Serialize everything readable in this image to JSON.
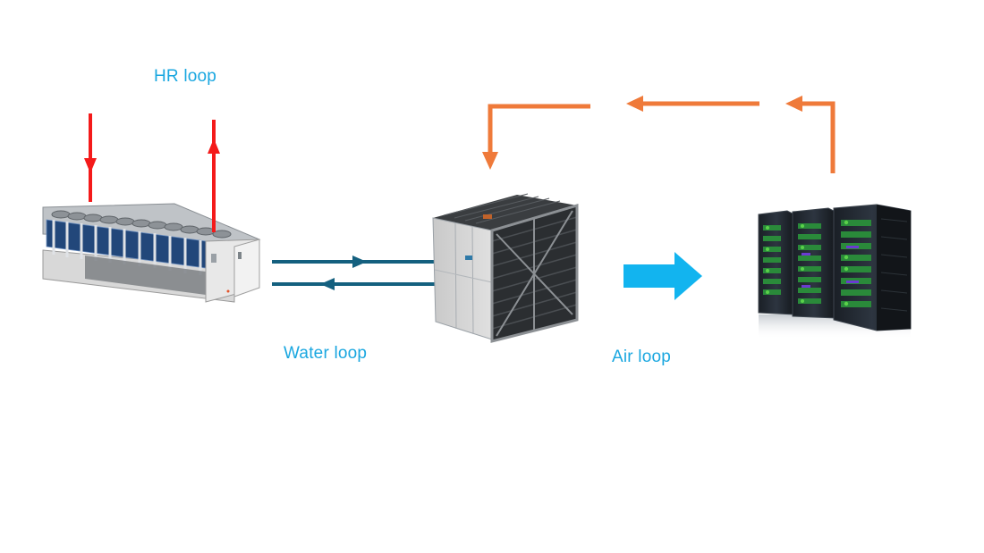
{
  "labels": {
    "hr_loop": "HR loop",
    "water_loop": "Water loop",
    "air_loop": "Air loop"
  },
  "colors": {
    "label_blue": "#1aa7e0",
    "hr_red": "#f41a1a",
    "water_dark_blue": "#14607f",
    "air_cyan": "#12b4ef",
    "return_orange": "#ef7a3a"
  },
  "equipment": [
    {
      "name": "air-cooled-chiller"
    },
    {
      "name": "air-handling-unit"
    },
    {
      "name": "server-racks"
    }
  ]
}
